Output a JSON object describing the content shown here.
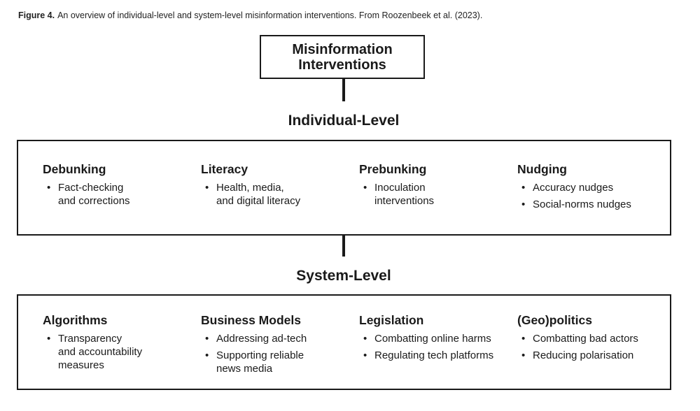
{
  "caption": {
    "label": "Figure 4.",
    "text": "An overview of individual-level and system-level misinformation interventions. From Roozenbeek et al. (2023)."
  },
  "root": {
    "line1": "Misinformation",
    "line2": "Interventions"
  },
  "levels": [
    {
      "heading": "Individual-Level",
      "categories": [
        {
          "title": "Debunking",
          "items": [
            {
              "lines": [
                "Fact-checking",
                "and corrections"
              ]
            }
          ]
        },
        {
          "title": "Literacy",
          "items": [
            {
              "lines": [
                "Health, media,",
                "and digital literacy"
              ]
            }
          ]
        },
        {
          "title": "Prebunking",
          "items": [
            {
              "lines": [
                "Inoculation",
                "interventions"
              ]
            }
          ]
        },
        {
          "title": "Nudging",
          "items": [
            {
              "lines": [
                "Accuracy nudges"
              ]
            },
            {
              "lines": [
                "Social-norms nudges"
              ]
            }
          ]
        }
      ]
    },
    {
      "heading": "System-Level",
      "categories": [
        {
          "title": "Algorithms",
          "items": [
            {
              "lines": [
                "Transparency",
                "and accountability",
                "measures"
              ]
            }
          ]
        },
        {
          "title": "Business Models",
          "items": [
            {
              "lines": [
                "Addressing ad-tech"
              ]
            },
            {
              "lines": [
                "Supporting reliable",
                "news media"
              ]
            }
          ]
        },
        {
          "title": "Legislation",
          "items": [
            {
              "lines": [
                "Combatting online harms"
              ]
            },
            {
              "lines": [
                "Regulating tech platforms"
              ]
            }
          ]
        },
        {
          "title": "(Geo)politics",
          "items": [
            {
              "lines": [
                "Combatting bad actors"
              ]
            },
            {
              "lines": [
                "Reducing polarisation"
              ]
            }
          ]
        }
      ]
    }
  ]
}
